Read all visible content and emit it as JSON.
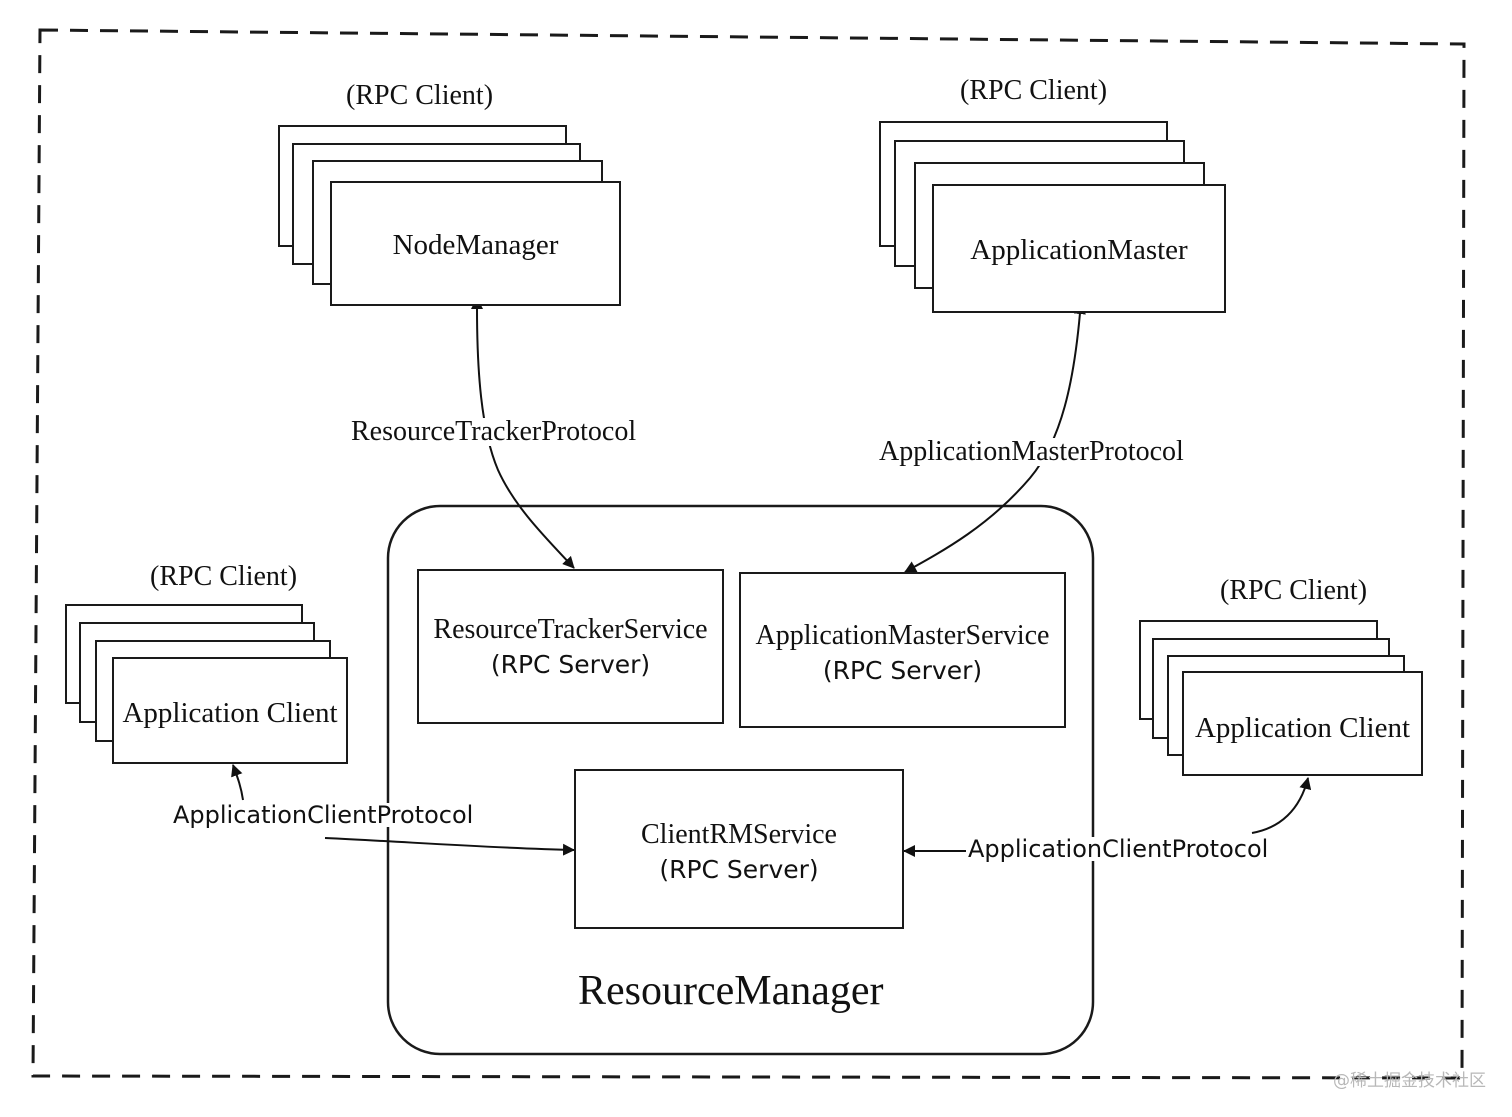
{
  "diagram": {
    "resource_manager": {
      "title": "ResourceManager"
    },
    "node_manager": {
      "role": "(RPC Client)",
      "name": "NodeManager"
    },
    "application_master": {
      "role": "(RPC Client)",
      "name": "ApplicationMaster"
    },
    "app_client_left": {
      "role": "(RPC Client)",
      "name": "Application Client"
    },
    "app_client_right": {
      "role": "(RPC Client)",
      "name": "Application Client"
    },
    "resource_tracker_service": {
      "name": "ResourceTrackerService",
      "role": "(RPC Server)"
    },
    "application_master_service": {
      "name": "ApplicationMasterService",
      "role": "(RPC Server)"
    },
    "client_rm_service": {
      "name": "ClientRMService",
      "role": "(RPC Server)"
    },
    "protocols": {
      "resource_tracker": "ResourceTrackerProtocol",
      "application_master": "ApplicationMasterProtocol",
      "application_client_left": "ApplicationClientProtocol",
      "application_client_right": "ApplicationClientProtocol"
    }
  },
  "watermark": "@稀土掘金技术社区"
}
